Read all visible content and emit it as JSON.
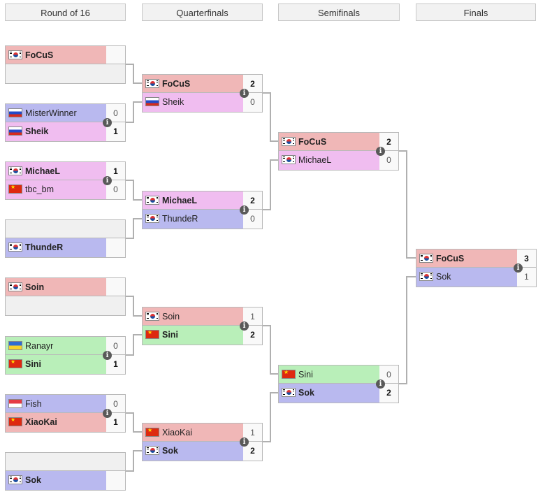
{
  "rounds": [
    {
      "label": "Round of 16"
    },
    {
      "label": "Quarterfinals"
    },
    {
      "label": "Semifinals"
    },
    {
      "label": "Finals"
    }
  ],
  "colors": {
    "red": "#f0b7b7",
    "pink": "#f0bdf0",
    "blue": "#b9b9ef",
    "green": "#b9efb9",
    "empty": "#f0f0f0",
    "line": "#b0b0b0"
  },
  "info_glyph": "i",
  "matches": [
    {
      "round": 0,
      "p": [
        {
          "name": "FoCuS",
          "flag": "kr",
          "color": "red",
          "score": "",
          "win": true
        },
        {
          "name": "",
          "flag": "",
          "color": "empty",
          "score": "",
          "win": false
        }
      ]
    },
    {
      "round": 0,
      "p": [
        {
          "name": "MisterWinner",
          "flag": "ru",
          "color": "blue",
          "score": "0",
          "win": false
        },
        {
          "name": "Sheik",
          "flag": "ru",
          "color": "pink",
          "score": "1",
          "win": true
        }
      ]
    },
    {
      "round": 0,
      "p": [
        {
          "name": "MichaeL",
          "flag": "kr",
          "color": "pink",
          "score": "1",
          "win": true
        },
        {
          "name": "tbc_bm",
          "flag": "cn",
          "color": "pink",
          "score": "0",
          "win": false
        }
      ]
    },
    {
      "round": 0,
      "p": [
        {
          "name": "",
          "flag": "",
          "color": "empty",
          "score": "",
          "win": false
        },
        {
          "name": "ThundeR",
          "flag": "kr",
          "color": "blue",
          "score": "",
          "win": true
        }
      ]
    },
    {
      "round": 0,
      "p": [
        {
          "name": "Soin",
          "flag": "kr",
          "color": "red",
          "score": "",
          "win": true
        },
        {
          "name": "",
          "flag": "",
          "color": "empty",
          "score": "",
          "win": false
        }
      ]
    },
    {
      "round": 0,
      "p": [
        {
          "name": "Ranayr",
          "flag": "ua",
          "color": "green",
          "score": "0",
          "win": false
        },
        {
          "name": "Sini",
          "flag": "cn",
          "color": "green",
          "score": "1",
          "win": true
        }
      ]
    },
    {
      "round": 0,
      "p": [
        {
          "name": "Fish",
          "flag": "sg",
          "color": "blue",
          "score": "0",
          "win": false
        },
        {
          "name": "XiaoKai",
          "flag": "cn",
          "color": "red",
          "score": "1",
          "win": true
        }
      ]
    },
    {
      "round": 0,
      "p": [
        {
          "name": "",
          "flag": "",
          "color": "empty",
          "score": "",
          "win": false
        },
        {
          "name": "Sok",
          "flag": "kr",
          "color": "blue",
          "score": "",
          "win": true
        }
      ]
    },
    {
      "round": 1,
      "p": [
        {
          "name": "FoCuS",
          "flag": "kr",
          "color": "red",
          "score": "2",
          "win": true
        },
        {
          "name": "Sheik",
          "flag": "ru",
          "color": "pink",
          "score": "0",
          "win": false
        }
      ]
    },
    {
      "round": 1,
      "p": [
        {
          "name": "MichaeL",
          "flag": "kr",
          "color": "pink",
          "score": "2",
          "win": true
        },
        {
          "name": "ThundeR",
          "flag": "kr",
          "color": "blue",
          "score": "0",
          "win": false
        }
      ]
    },
    {
      "round": 1,
      "p": [
        {
          "name": "Soin",
          "flag": "kr",
          "color": "red",
          "score": "1",
          "win": false
        },
        {
          "name": "Sini",
          "flag": "cn",
          "color": "green",
          "score": "2",
          "win": true
        }
      ]
    },
    {
      "round": 1,
      "p": [
        {
          "name": "XiaoKai",
          "flag": "cn",
          "color": "red",
          "score": "1",
          "win": false
        },
        {
          "name": "Sok",
          "flag": "kr",
          "color": "blue",
          "score": "2",
          "win": true
        }
      ]
    },
    {
      "round": 2,
      "p": [
        {
          "name": "FoCuS",
          "flag": "kr",
          "color": "red",
          "score": "2",
          "win": true
        },
        {
          "name": "MichaeL",
          "flag": "kr",
          "color": "pink",
          "score": "0",
          "win": false
        }
      ]
    },
    {
      "round": 2,
      "p": [
        {
          "name": "Sini",
          "flag": "cn",
          "color": "green",
          "score": "0",
          "win": false
        },
        {
          "name": "Sok",
          "flag": "kr",
          "color": "blue",
          "score": "2",
          "win": true
        }
      ]
    },
    {
      "round": 3,
      "p": [
        {
          "name": "FoCuS",
          "flag": "kr",
          "color": "red",
          "score": "3",
          "win": true
        },
        {
          "name": "Sok",
          "flag": "kr",
          "color": "blue",
          "score": "1",
          "win": false
        }
      ]
    }
  ]
}
